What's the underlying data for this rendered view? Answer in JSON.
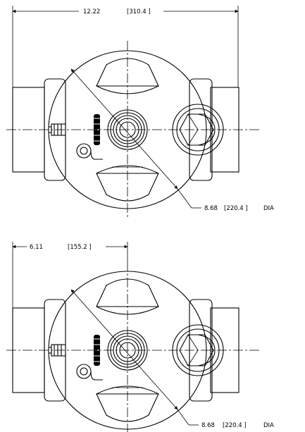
{
  "views": [
    {
      "dimension": {
        "value": "12.22",
        "value_mm": "[310.4 ]"
      },
      "diameter": {
        "value": "8.68",
        "value_mm": "[220.4 ]",
        "suffix": "DIA"
      }
    },
    {
      "dimension": {
        "value": "6.11",
        "value_mm": "[155.2 ]"
      },
      "diameter": {
        "value": "8.68",
        "value_mm": "[220.4 ]",
        "suffix": "DIA"
      }
    }
  ]
}
